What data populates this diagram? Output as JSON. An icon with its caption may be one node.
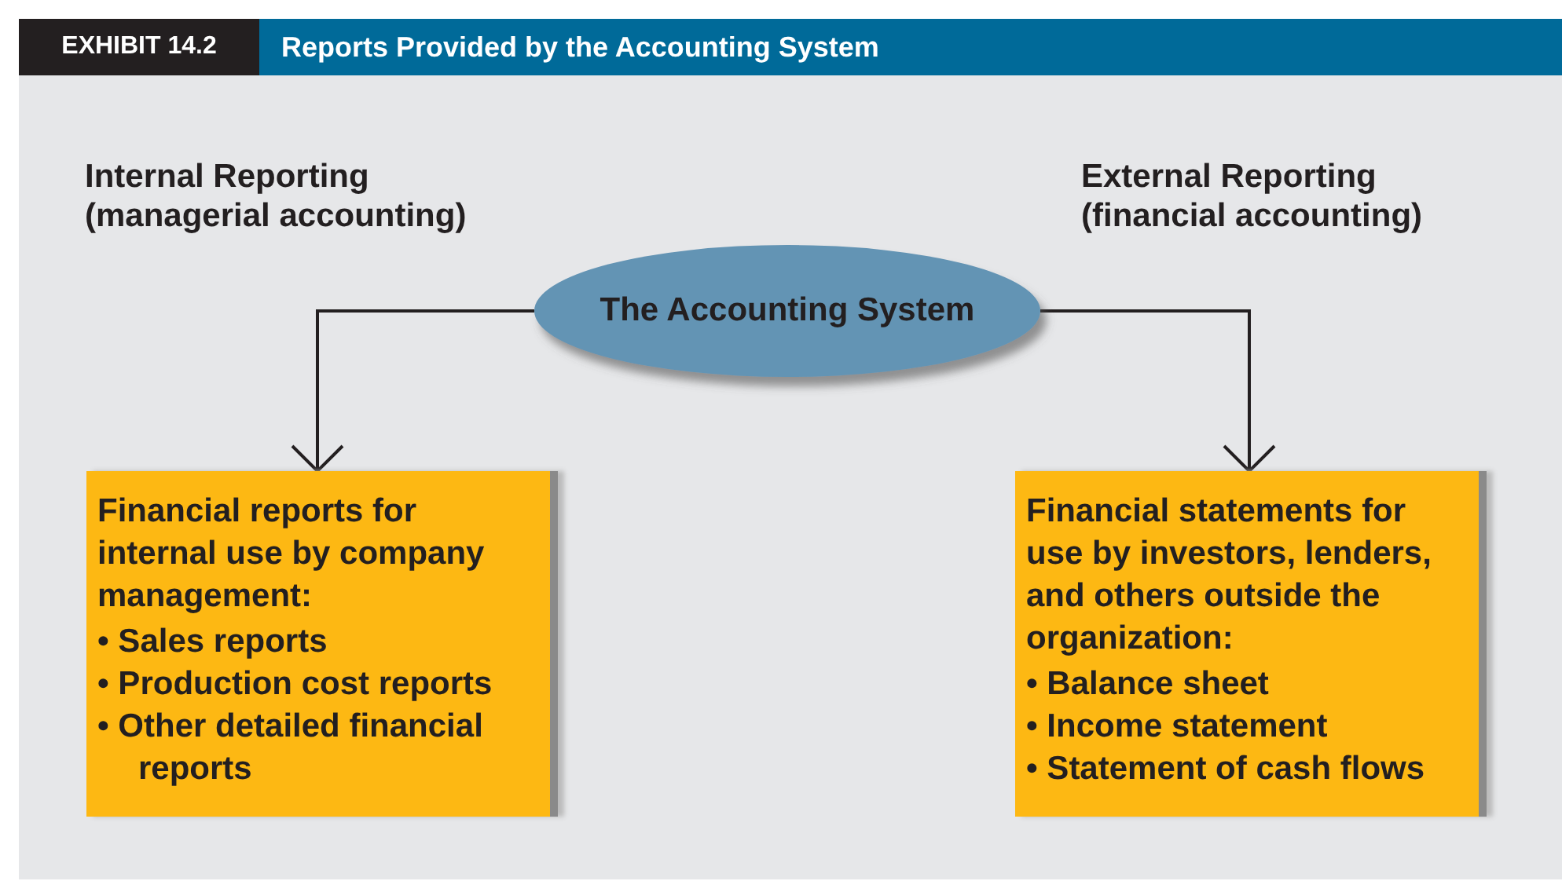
{
  "diagram": {
    "title": "Reports Provided by the Accounting System",
    "nodes": [
      {
        "text": [
          "The Accounting System"
        ]
      },
      {
        "text": [
          "Financial reports for internal use by company management:",
          "• Sales reports",
          "• Production cost reports",
          "• Other detailed financial reports"
        ]
      },
      {
        "text": [
          "Financial statements for use by investors, lenders, and others outside the organization:",
          "• Balance sheet",
          "• Income statement",
          "• Statement of cash flows"
        ]
      }
    ],
    "edges": [
      {
        "from": 0,
        "to": 1,
        "arrow": "to"
      },
      {
        "from": 0,
        "to": 2,
        "arrow": "to"
      }
    ],
    "labels": [
      "EXHIBIT 14.2",
      "Internal Reporting (managerial accounting)",
      "External Reporting (financial accounting)"
    ]
  }
}
